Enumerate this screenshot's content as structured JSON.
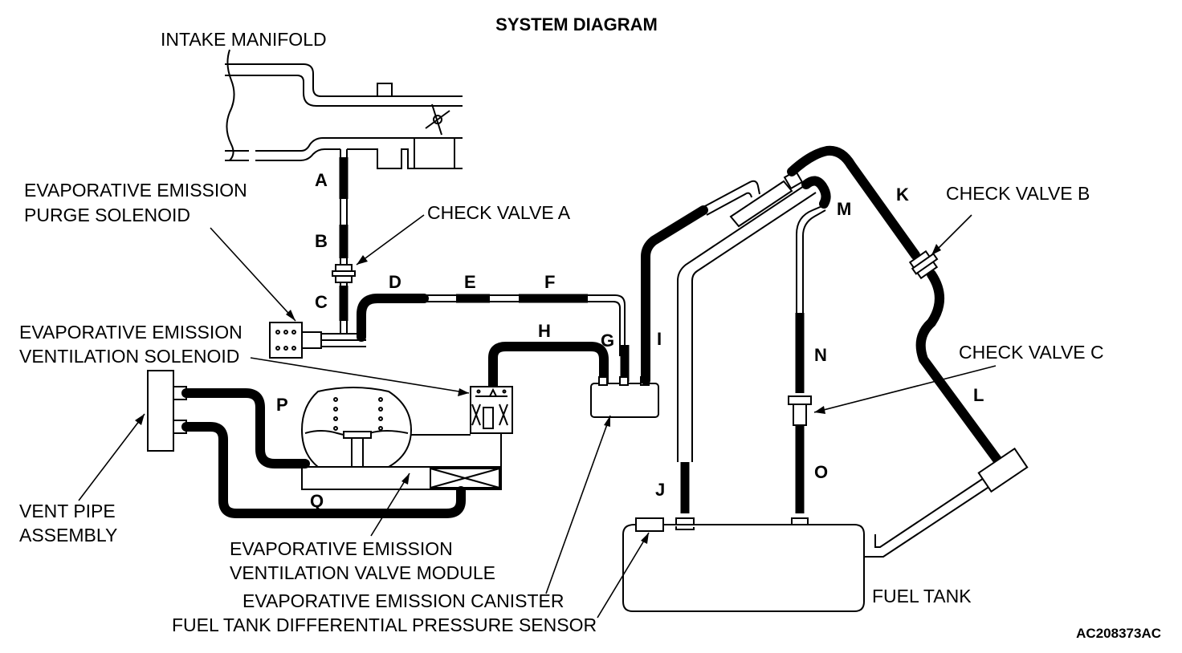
{
  "title": "SYSTEM DIAGRAM",
  "reference_code": "AC208373AC",
  "components": {
    "intake_manifold": "INTAKE MANIFOLD",
    "purge_solenoid_line1": "EVAPORATIVE EMISSION",
    "purge_solenoid_line2": "PURGE SOLENOID",
    "check_valve_a": "CHECK VALVE A",
    "check_valve_b": "CHECK VALVE B",
    "check_valve_c": "CHECK VALVE C",
    "ventilation_solenoid_line1": "EVAPORATIVE EMISSION",
    "ventilation_solenoid_line2": "VENTILATION SOLENOID",
    "vent_pipe_line1": "VENT PIPE",
    "vent_pipe_line2": "ASSEMBLY",
    "ventilation_valve_line1": "EVAPORATIVE EMISSION",
    "ventilation_valve_line2": "VENTILATION VALVE MODULE",
    "canister": "EVAPORATIVE EMISSION CANISTER",
    "pressure_sensor": "FUEL TANK DIFFERENTIAL PRESSURE SENSOR",
    "fuel_tank": "FUEL TANK"
  },
  "hoses": {
    "A": "A",
    "B": "B",
    "C": "C",
    "D": "D",
    "E": "E",
    "F": "F",
    "G": "G",
    "H": "H",
    "I": "I",
    "J": "J",
    "K": "K",
    "L": "L",
    "M": "M",
    "N": "N",
    "O": "O",
    "P": "P",
    "Q": "Q"
  }
}
